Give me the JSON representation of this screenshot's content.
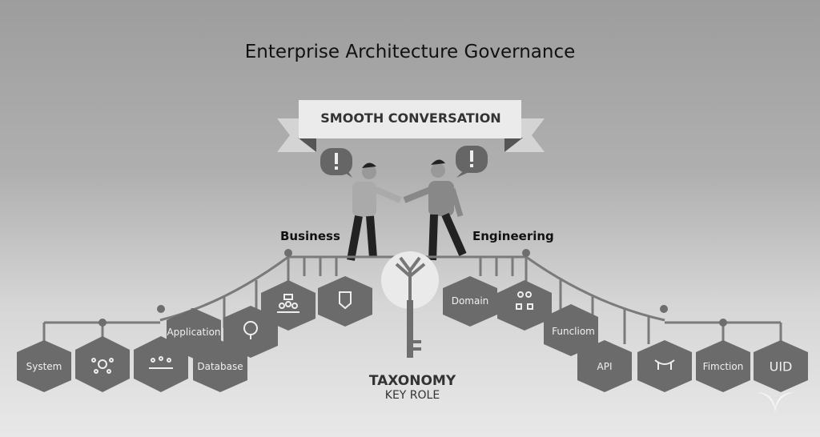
{
  "title": "Enterprise Architecture Governance",
  "banner": {
    "text": "SMOOTH CONVERSATION"
  },
  "sides": {
    "left": "Business",
    "right": "Engineering"
  },
  "center": {
    "title": "TAXONOMY",
    "subtitle": "KEY ROLE",
    "icon": "tree-key-icon"
  },
  "hexagons": [
    {
      "label": "System",
      "icon": null
    },
    {
      "label": "",
      "icon": "network-icon"
    },
    {
      "label": "",
      "icon": "people-group-icon"
    },
    {
      "label": "Application",
      "icon": null
    },
    {
      "label": "Database",
      "icon": null
    },
    {
      "label": "",
      "icon": "lightbulb-icon"
    },
    {
      "label": "",
      "icon": "team-icon"
    },
    {
      "label": "",
      "icon": "badge-icon"
    },
    {
      "label": "Domain",
      "icon": null
    },
    {
      "label": "",
      "icon": "workflow-icon"
    },
    {
      "label": "Funcliom",
      "icon": null
    },
    {
      "label": "API",
      "icon": null
    },
    {
      "label": "",
      "icon": "bridge-icon"
    },
    {
      "label": "Fimction",
      "icon": null
    },
    {
      "label": "UID",
      "icon": null
    }
  ],
  "colors": {
    "hex_fill": "#6b6b6b",
    "rail": "#7a7a7a",
    "banner": "#e9e9e9"
  }
}
